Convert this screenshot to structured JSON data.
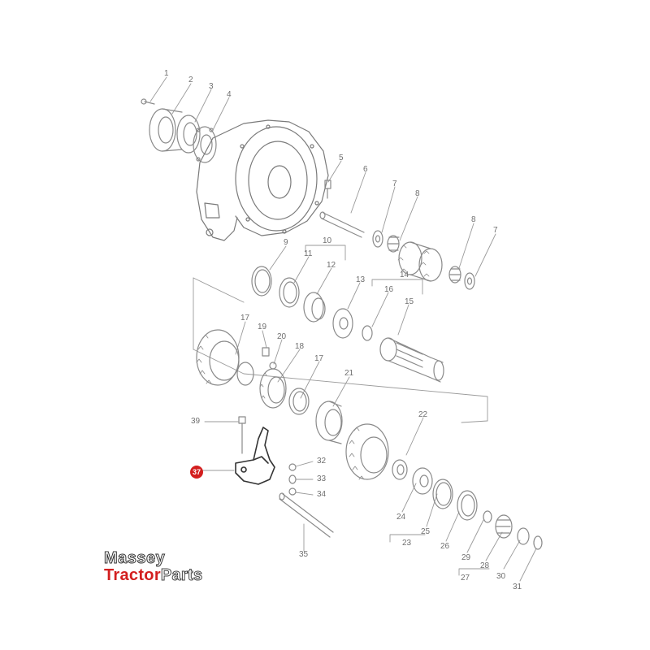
{
  "parts": [
    {
      "id": "p1",
      "num": "1"
    },
    {
      "id": "p2",
      "num": "2"
    },
    {
      "id": "p3",
      "num": "3"
    },
    {
      "id": "p4",
      "num": "4"
    },
    {
      "id": "p5",
      "num": "5"
    },
    {
      "id": "p6",
      "num": "6"
    },
    {
      "id": "p7a",
      "num": "7"
    },
    {
      "id": "p8a",
      "num": "8"
    },
    {
      "id": "p8b",
      "num": "8"
    },
    {
      "id": "p7b",
      "num": "7"
    },
    {
      "id": "p9",
      "num": "9"
    },
    {
      "id": "p10",
      "num": "10"
    },
    {
      "id": "p11",
      "num": "11"
    },
    {
      "id": "p12",
      "num": "12"
    },
    {
      "id": "p13",
      "num": "13"
    },
    {
      "id": "p14",
      "num": "14"
    },
    {
      "id": "p16",
      "num": "16"
    },
    {
      "id": "p15",
      "num": "15"
    },
    {
      "id": "p17a",
      "num": "17"
    },
    {
      "id": "p19",
      "num": "19"
    },
    {
      "id": "p20",
      "num": "20"
    },
    {
      "id": "p18",
      "num": "18"
    },
    {
      "id": "p17b",
      "num": "17"
    },
    {
      "id": "p21",
      "num": "21"
    },
    {
      "id": "p22",
      "num": "22"
    },
    {
      "id": "p39",
      "num": "39"
    },
    {
      "id": "p32",
      "num": "32"
    },
    {
      "id": "p33",
      "num": "33"
    },
    {
      "id": "p34",
      "num": "34"
    },
    {
      "id": "p35",
      "num": "35"
    },
    {
      "id": "p24",
      "num": "24"
    },
    {
      "id": "p25",
      "num": "25"
    },
    {
      "id": "p23",
      "num": "23"
    },
    {
      "id": "p26",
      "num": "26"
    },
    {
      "id": "p29",
      "num": "29"
    },
    {
      "id": "p28",
      "num": "28"
    },
    {
      "id": "p27",
      "num": "27"
    },
    {
      "id": "p30",
      "num": "30"
    },
    {
      "id": "p31",
      "num": "31"
    }
  ],
  "highlighted_part": "37",
  "brand": {
    "line1": "Massey",
    "line2a": "Tractor",
    "line2b": "Parts"
  },
  "colors": {
    "highlight": "#d31f1f",
    "ink": "#7a7a7a",
    "label": "#6f6f6f"
  }
}
